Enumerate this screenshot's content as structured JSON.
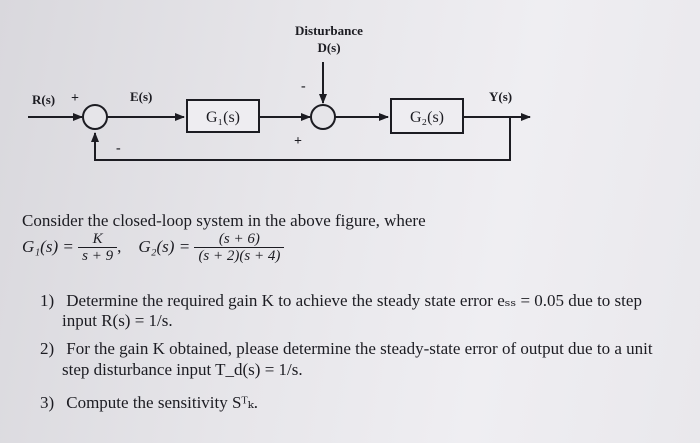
{
  "diagram": {
    "disturbance_label": "Disturbance",
    "disturbance_signal": "D(s)",
    "input_label": "R(s)",
    "error_label": "E(s)",
    "output_label": "Y(s)",
    "block1": "G₁(s)",
    "block2": "G₂(s)",
    "sign_plus": "+",
    "sign_minus": "-"
  },
  "problem": {
    "intro": "Consider the closed-loop system in the above figure, where",
    "g1_lhs": "G₁(s) =",
    "g1_num": "K",
    "g1_den": "s + 9",
    "comma": ",",
    "g2_lhs": "G₂(s) =",
    "g2_num": "(s + 6)",
    "g2_den": "(s + 2)(s + 4)"
  },
  "questions": [
    {
      "number": "1)",
      "line1": "Determine the required gain K to achieve the steady state error eₛₛ = 0.05 due to step",
      "line2": "input R(s) = 1/s."
    },
    {
      "number": "2)",
      "line1": "For the gain K obtained, please determine the steady-state error of output due to a unit",
      "line2": "step disturbance input T_d(s) = 1/s."
    },
    {
      "number": "3)",
      "line1": "Compute the sensitivity Sᵀₖ."
    }
  ]
}
